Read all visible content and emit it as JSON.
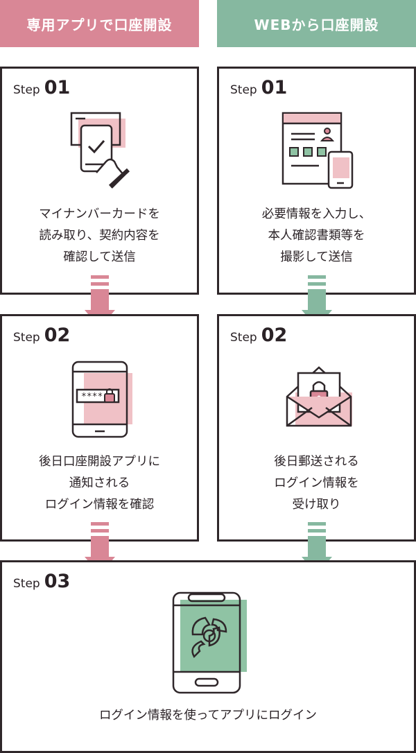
{
  "colors": {
    "app_accent": "#d98796",
    "web_accent": "#86b8a0",
    "outline": "#2f272a",
    "pink_fill": "#f0c1c6",
    "green_fill": "#8fc3a4"
  },
  "app_column": {
    "header": "専用アプリで口座開設",
    "step1": {
      "step_word": "Step",
      "step_num": "01",
      "icon": "id-card-phone-hand-icon",
      "lines": [
        "マイナンバーカードを",
        "読み取り、契約内容を",
        "確認して送信"
      ]
    },
    "step2": {
      "step_word": "Step",
      "step_num": "02",
      "icon": "phone-password-lock-icon",
      "password_mask": "****",
      "lines": [
        "後日口座開設アプリに",
        "通知される",
        "ログイン情報を確認"
      ]
    }
  },
  "web_column": {
    "header": "WEBから口座開設",
    "step1": {
      "step_word": "Step",
      "step_num": "01",
      "icon": "web-form-and-phone-icon",
      "lines": [
        "必要情報を入力し、",
        "本人確認書類等を",
        "撮影して送信"
      ]
    },
    "step2": {
      "step_word": "Step",
      "step_num": "02",
      "icon": "mail-envelope-lock-icon",
      "lines": [
        "後日郵送される",
        "ログイン情報を",
        "受け取り"
      ]
    }
  },
  "final_step": {
    "step_word": "Step",
    "step_num": "03",
    "icon": "phone-app-logo-icon",
    "text": "ログイン情報を使ってアプリにログイン"
  }
}
